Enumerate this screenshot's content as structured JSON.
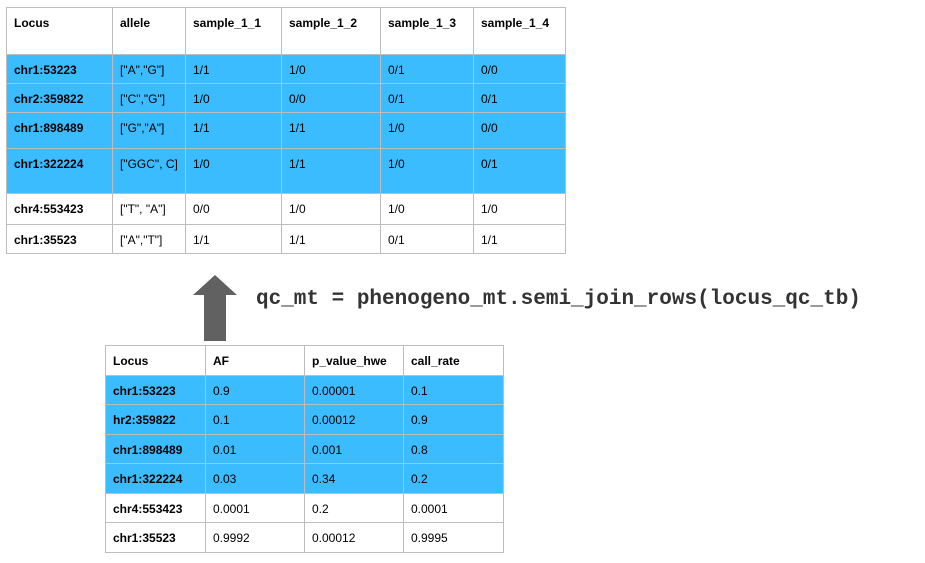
{
  "top_table": {
    "headers": [
      "Locus",
      "allele",
      "sample_1_1",
      "sample_1_2",
      "sample_1_3",
      "sample_1_4"
    ],
    "rows": [
      [
        "chr1:53223",
        "[\"A\",\"G\"]",
        "1/1",
        "1/0",
        "0/1",
        "0/0"
      ],
      [
        "chr2:359822",
        "[\"C\",\"G\"]",
        "1/0",
        "0/0",
        "0/1",
        "0/1"
      ],
      [
        "chr1:898489",
        "[\"G\",\"A\"]",
        "1/1",
        "1/1",
        "1/0",
        "0/0"
      ],
      [
        "chr1:322224",
        "[\"GGC\", C]",
        "1/0",
        "1/1",
        "1/0",
        "0/1"
      ],
      [
        "chr4:553423",
        "[\"T\", \"A\"]",
        "0/0",
        "1/0",
        "1/0",
        "1/0"
      ],
      [
        "chr1:35523",
        "[\"A\",\"T\"]",
        "1/1",
        "1/1",
        "0/1",
        "1/1"
      ]
    ]
  },
  "code": {
    "text": "qc_mt = phenogeno_mt.semi_join_rows(locus_qc_tb)"
  },
  "bottom_table": {
    "headers": [
      "Locus",
      "AF",
      "p_value_hwe",
      "call_rate"
    ],
    "rows": [
      [
        "chr1:53223",
        "0.9",
        "0.00001",
        "0.1"
      ],
      [
        "hr2:359822",
        "0.1",
        "0.00012",
        "0.9"
      ],
      [
        "chr1:898489",
        "0.01",
        "0.001",
        "0.8"
      ],
      [
        "chr1:322224",
        "0.03",
        "0.34",
        "0.2"
      ],
      [
        "chr4:553423",
        "0.0001",
        "0.2",
        "0.0001"
      ],
      [
        "chr1:35523",
        "0.9992",
        "0.00012",
        "0.9995"
      ]
    ]
  },
  "colors": {
    "highlight": "#3bbcff",
    "arrow": "#616161",
    "border": "#bdbdbd"
  }
}
